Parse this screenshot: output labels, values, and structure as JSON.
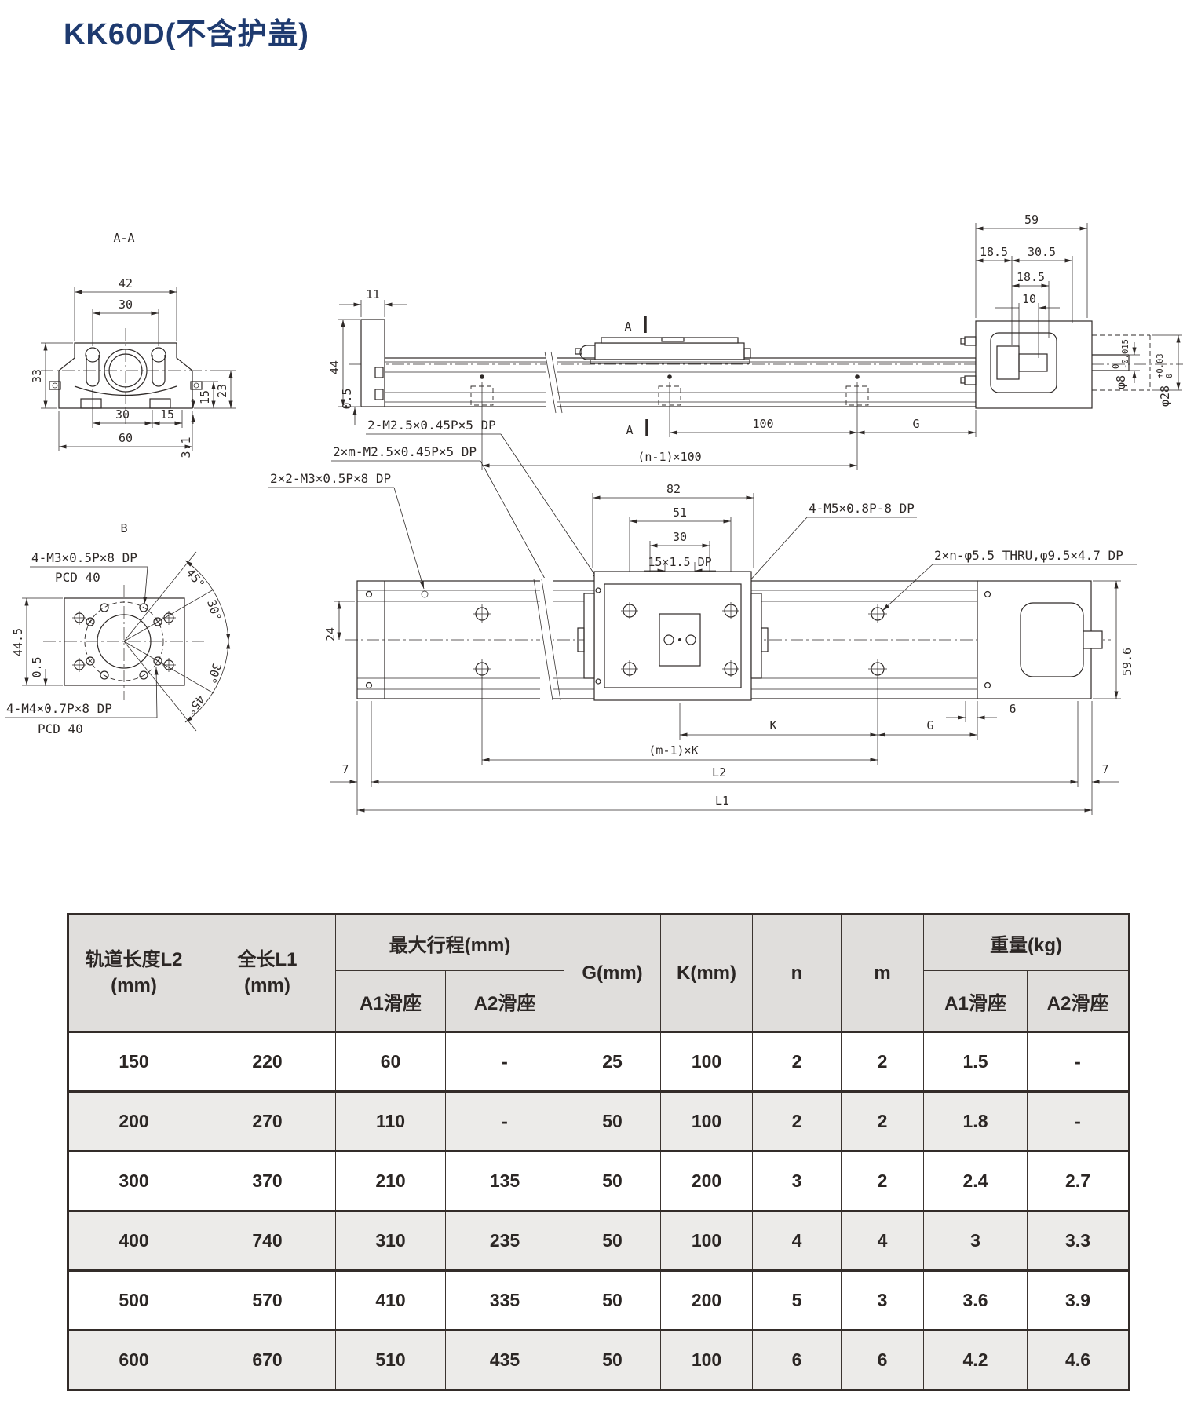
{
  "page": {
    "title": "KK60D(不含护盖)"
  },
  "drawing": {
    "section_aa": {
      "title": "A-A",
      "d42": "42",
      "d30_top": "30",
      "d33": "33",
      "d23": "23",
      "d15_right": "15",
      "d30_bottom": "30",
      "d15_bottom": "15",
      "d3_1": "3.1",
      "d60": "60"
    },
    "view_b": {
      "title": "B",
      "callout_top": "4-M3×0.5P×8 DP",
      "callout_top_sub": "PCD 40",
      "callout_bottom": "4-M4×0.7P×8 DP",
      "callout_bottom_sub": "PCD 40",
      "d44_5": "44.5",
      "d0_5": "0.5",
      "a45_top": "45°",
      "a30_top": "30°",
      "a30_bottom": "30°",
      "a45_bottom": "45°"
    },
    "side_view": {
      "d11": "11",
      "d44": "44",
      "d0_5": "0.5",
      "marker_a_top": "A",
      "marker_a_bottom": "A",
      "d100": "100",
      "dG": "G",
      "dn100": "(n-1)×100",
      "d59": "59",
      "d18_5a": "18.5",
      "d30_5": "30.5",
      "d18_5b": "18.5",
      "d10": "10",
      "dia8": "φ8",
      "dia8_tol_top": "0",
      "dia8_tol_bottom": "-0.015",
      "dia28": "φ28",
      "dia28_tol_top": "+0.03",
      "dia28_tol_bottom": "0"
    },
    "plan_view": {
      "callout_m25": "2-M2.5×0.45P×5 DP",
      "callout_m_m25": "2×m-M2.5×0.45P×5 DP",
      "callout_m3": "2×2-M3×0.5P×8 DP",
      "callout_m5": "4-M5×0.8P-8 DP",
      "callout_drill": "2×n-φ5.5 THRU,φ9.5×4.7 DP",
      "d82": "82",
      "d51": "51",
      "d30": "30",
      "d15x1_5": "15×1.5 DP",
      "d24": "24",
      "d59_6": "59.6",
      "d6": "6",
      "dK": "K",
      "dG": "G",
      "dmK": "(m-1)×K",
      "dL2": "L2",
      "dL1": "L1",
      "d7_left": "7",
      "d7_right": "7"
    }
  },
  "table": {
    "headers": {
      "col_l2_line1": "轨道长度L2",
      "col_l2_line2": "(mm)",
      "col_l1_line1": "全长L1",
      "col_l1_line2": "(mm)",
      "group_stroke": "最大行程(mm)",
      "sub_a1": "A1滑座",
      "sub_a2": "A2滑座",
      "col_g": "G(mm)",
      "col_k": "K(mm)",
      "col_n": "n",
      "col_m": "m",
      "group_weight": "重量(kg)",
      "sub_w_a1": "A1滑座",
      "sub_w_a2": "A2滑座"
    },
    "rows": [
      [
        "150",
        "220",
        "60",
        "-",
        "25",
        "100",
        "2",
        "2",
        "1.5",
        "-"
      ],
      [
        "200",
        "270",
        "110",
        "-",
        "50",
        "100",
        "2",
        "2",
        "1.8",
        "-"
      ],
      [
        "300",
        "370",
        "210",
        "135",
        "50",
        "200",
        "3",
        "2",
        "2.4",
        "2.7"
      ],
      [
        "400",
        "740",
        "310",
        "235",
        "50",
        "100",
        "4",
        "4",
        "3",
        "3.3"
      ],
      [
        "500",
        "570",
        "410",
        "335",
        "50",
        "200",
        "5",
        "3",
        "3.6",
        "3.9"
      ],
      [
        "600",
        "670",
        "510",
        "435",
        "50",
        "100",
        "6",
        "6",
        "4.2",
        "4.6"
      ]
    ]
  }
}
